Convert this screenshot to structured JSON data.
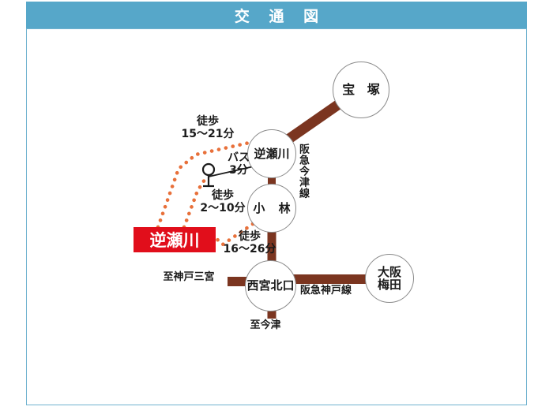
{
  "header": {
    "title": "交 通 図"
  },
  "map": {
    "stations": [
      {
        "id": "takarazuka",
        "name": "宝 塚"
      },
      {
        "id": "sakasegawa",
        "name": "逆瀬川"
      },
      {
        "id": "obayashi",
        "name": "小 林"
      },
      {
        "id": "nishinomiya",
        "name": "西宮北口"
      },
      {
        "id": "umeda",
        "name": "大阪\n梅田"
      }
    ],
    "target_label": "逆瀬川",
    "annotations": {
      "walk_to_sakasegawa": "徒歩\n15～21分",
      "bus_to_sakasegawa": "バス\n3分",
      "walk_to_busstop": "徒歩\n2～10分",
      "walk_to_obayashi": "徒歩\n16～26分",
      "line_imazu": "阪急今津線",
      "line_kobe": "阪急神戸線",
      "to_sannomiya": "至神戸三宮",
      "to_imazu": "至今津"
    },
    "colors": {
      "header_bg": "#56a7c9",
      "frame_border": "#6fb2cf",
      "rail": "#7b3520",
      "dotted_route": "#e8703a",
      "target_bg": "#e10e1b",
      "station_outline": "#8a8a8a"
    }
  }
}
